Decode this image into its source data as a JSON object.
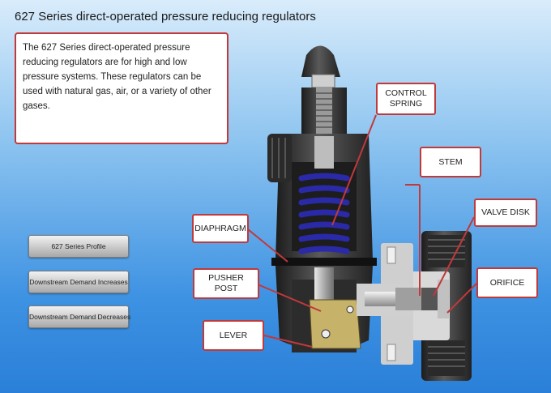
{
  "title": "627 Series direct-operated pressure reducing regulators",
  "description": "The 627 Series direct-operated pressure reducing regulators are for high and low pressure systems. These regulators can be used with natural gas, air, or a variety of other gases.",
  "buttons": [
    {
      "label": "627 Series Profile"
    },
    {
      "label": "Downstream Demand Increases"
    },
    {
      "label": "Downstream Demand Decreases"
    }
  ],
  "callouts": {
    "control_spring": "CONTROL SPRING",
    "stem": "STEM",
    "valve_disk": "VALVE DISK",
    "diaphragm": "DIAPHRAGM",
    "pusher_post": "PUSHER POST",
    "orifice": "ORIFICE",
    "lever": "LEVER"
  },
  "colors": {
    "accent_border": "#c0393b",
    "spring": "#2a2aa8",
    "body": "#3a3a3a"
  }
}
